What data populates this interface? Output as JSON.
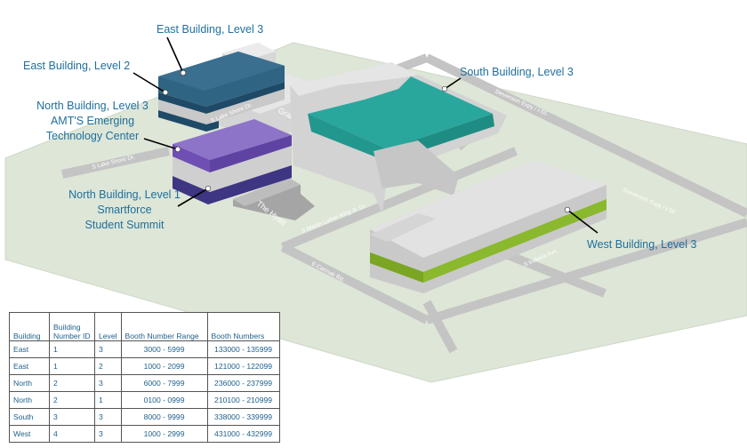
{
  "labels": {
    "east3": "East Building, Level 3",
    "east2": "East Building, Level 2",
    "north3": [
      "North Building, Level 3",
      "AMT'S Emerging",
      "Technology Center"
    ],
    "north1": [
      "North Building, Level 1",
      "Smartforce",
      "Student Summit"
    ],
    "south3": "South Building, Level 3",
    "west3": "West Building, Level 3"
  },
  "map_text": {
    "hyatt": "The Hyatt",
    "grand_concourse": "Grand Concourse",
    "lake_shore_1": "S Lake Shore Dr.",
    "lake_shore_2": "S Lake Shore Dr.",
    "stevenson_1": "Stevenson Expy / I-55",
    "stevenson_2": "Stevenson Expy / I-55",
    "mlk": "S Martin Luther King Jr. Dr.",
    "cermak": "E Cermak Rd.",
    "indiana": "S Indiana Ave."
  },
  "colors": {
    "east": "#255f7e",
    "north": "#6f4fb4",
    "south": "#2aa79d",
    "west": "#8ab92d",
    "label": "#1f6f9e",
    "ground": "#dde6d7",
    "road": "#c4c4c4"
  },
  "table": {
    "headers": [
      "Building",
      "Building Number ID",
      "Level",
      "Booth Number Range",
      "Booth Numbers"
    ],
    "rows": [
      [
        "East",
        "1",
        "3",
        "3000 - 5999",
        "133000 - 135999"
      ],
      [
        "East",
        "1",
        "2",
        "1000 - 2099",
        "121000 - 122099"
      ],
      [
        "North",
        "2",
        "3",
        "6000 - 7999",
        "236000 - 237999"
      ],
      [
        "North",
        "2",
        "1",
        "0100 - 0999",
        "210100 - 210999"
      ],
      [
        "South",
        "3",
        "3",
        "8000 - 9999",
        "338000 - 339999"
      ],
      [
        "West",
        "4",
        "3",
        "1000 - 2999",
        "431000 - 432999"
      ]
    ]
  }
}
